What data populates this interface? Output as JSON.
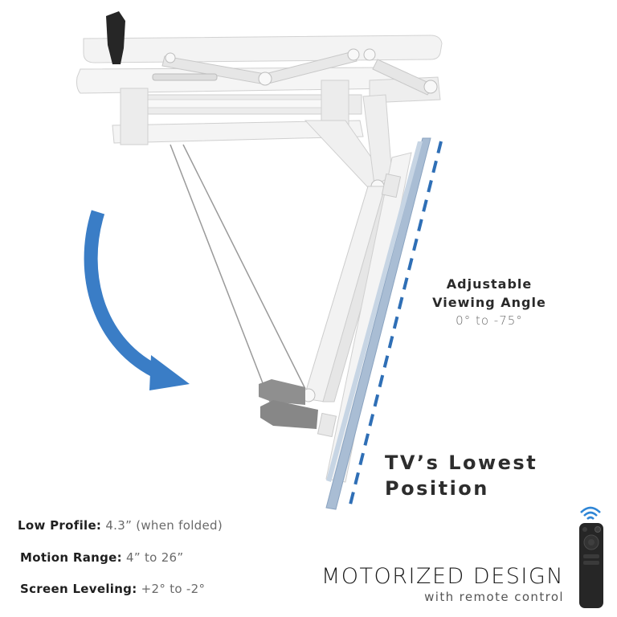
{
  "colors": {
    "accent_blue": "#3a7dc6",
    "dashed_line": "#2f6fb6",
    "tv_panel": "#a9bdd4",
    "mount_white": "#f1f1f1",
    "mount_shadow": "#d9d9d9",
    "handle_dark": "#2a2a2a",
    "handle_gray": "#8b8b8b",
    "remote_body": "#262626",
    "wifi_blue": "#2f86d6"
  },
  "icons": {
    "rotation_arrow": "curved-arrow-down-right",
    "remote": "remote-control",
    "wireless": "wifi-signal"
  },
  "annotations": {
    "angle": {
      "line1": "Adjustable",
      "line2": "Viewing Angle",
      "range": "0° to -75°"
    },
    "lowest": {
      "line1": "TV’s Lowest",
      "line2": "Position"
    }
  },
  "specs": [
    {
      "label": "Low Profile:",
      "value": "4.3” (when folded)"
    },
    {
      "label": "Motion Range:",
      "value": "4” to 26”"
    },
    {
      "label": "Screen Leveling:",
      "value": "+2° to -2°"
    }
  ],
  "feature": {
    "title": "MOTORIZED DESIGN",
    "subtitle": "with remote control"
  }
}
